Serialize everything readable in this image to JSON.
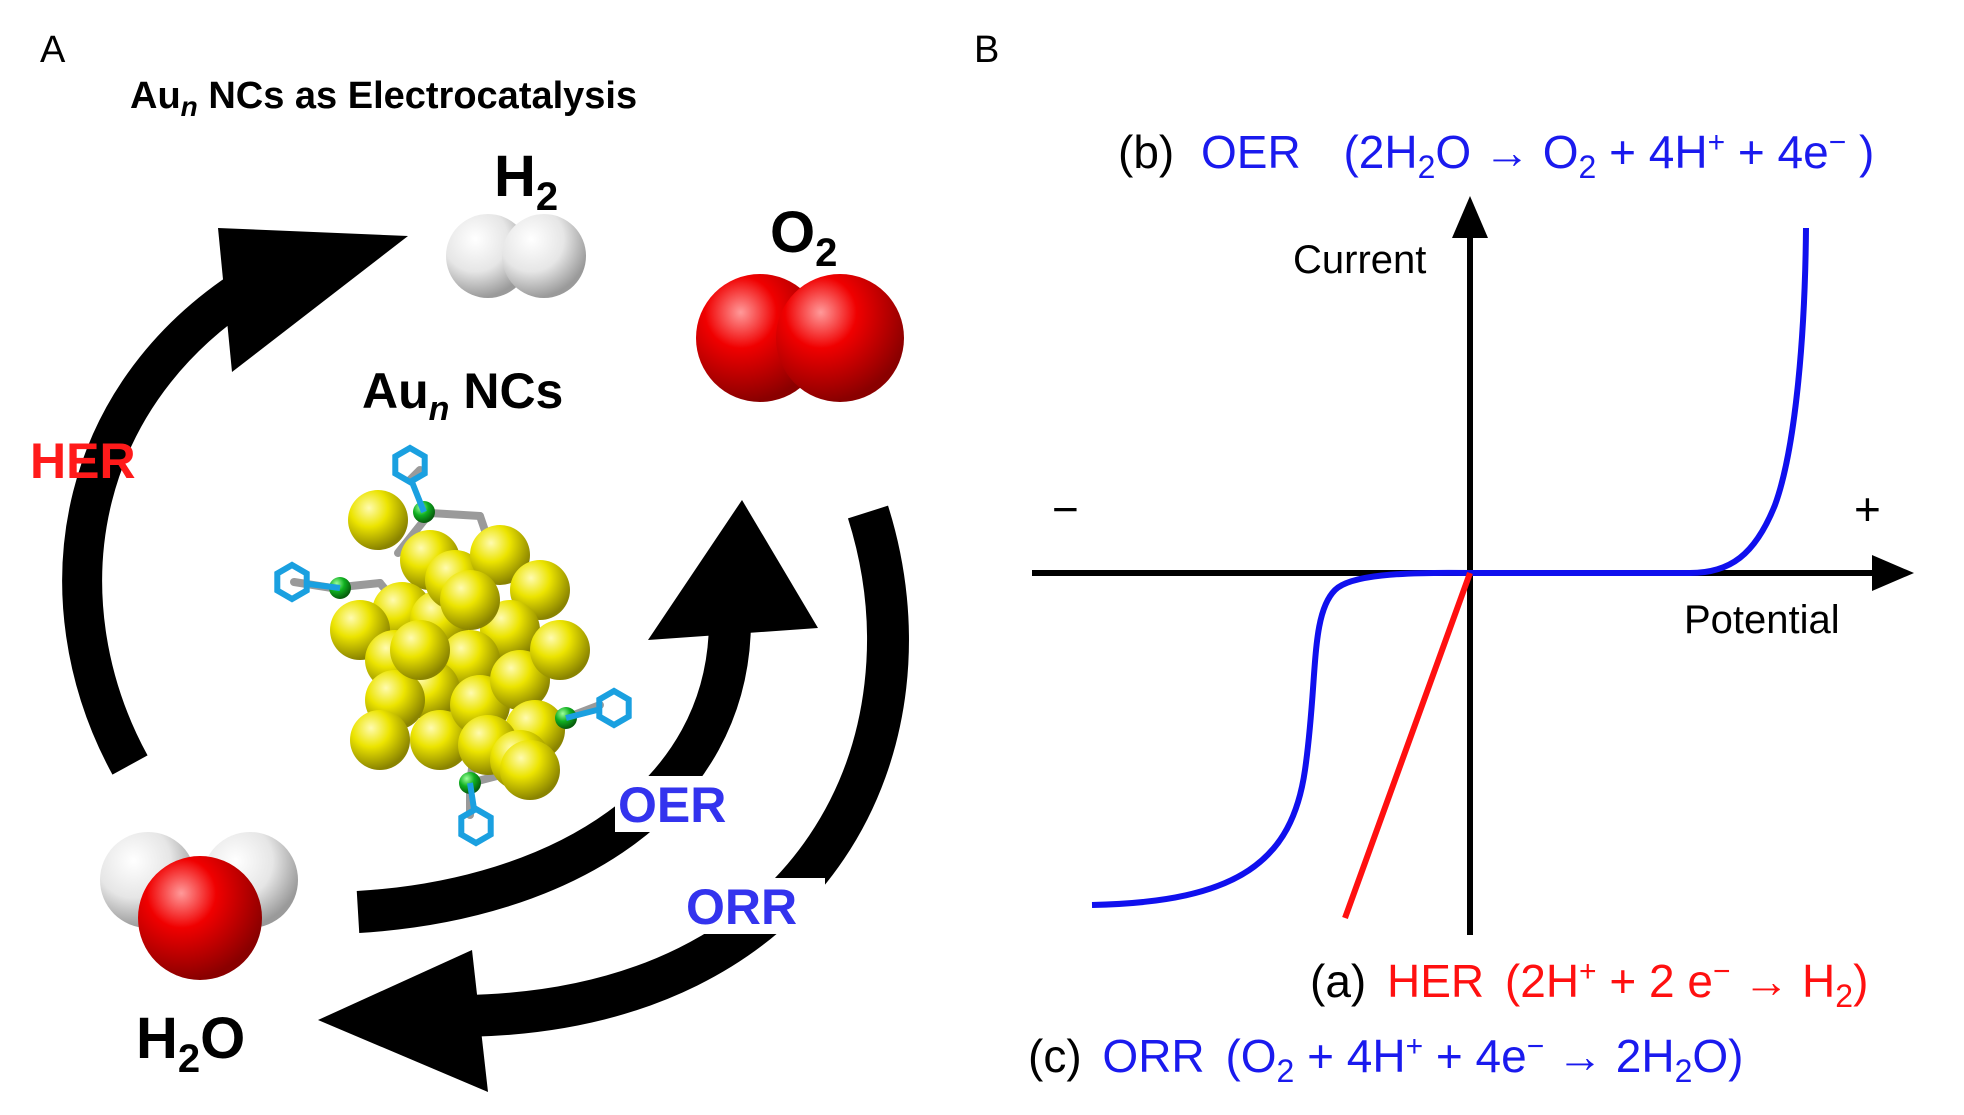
{
  "panel_a": {
    "label": "A",
    "title_prefix": "Au",
    "title_sub": "n",
    "title_suffix": " NCs as Electrocatalysis",
    "h2_main": "H",
    "h2_sub": "2",
    "o2_main": "O",
    "o2_sub": "2",
    "h2o_main": "H",
    "h2o_sub": "2",
    "h2o_end": "O",
    "nc_prefix": "Au",
    "nc_sub": "n",
    "nc_suffix": " NCs",
    "her": "HER",
    "oer": "OER",
    "orr": "ORR"
  },
  "panel_b": {
    "label": "B",
    "current": "Current",
    "potential": "Potential",
    "minus": "−",
    "plus": "+",
    "oer_line": {
      "tag": "(b)",
      "name": "OER",
      "eq1": "(2H",
      "eq1_sub": "2",
      "eq2": "O → O",
      "eq2_sub": "2",
      "eq3": " + 4H",
      "eq3_sup": "+",
      "eq4": " + 4e",
      "eq4_sup": "−",
      "eq5": " )"
    },
    "her_line": {
      "tag": "(a)",
      "name": "HER",
      "eq1": "(2H",
      "eq1_sup": "+",
      "eq2": " + 2 e",
      "eq2_sup": "−",
      "eq3": " → H",
      "eq3_sub": "2",
      "eq4": ")"
    },
    "orr_line": {
      "tag": "(c)",
      "name": "ORR",
      "eq1": "(O",
      "eq1_sub": "2",
      "eq2": " + 4H",
      "eq2_sup": "+",
      "eq3": " + 4e",
      "eq3_sup": "−",
      "eq4": " → 2H",
      "eq4_sub": "2",
      "eq5": "O)"
    }
  },
  "colors": {
    "her": "#ff1a1a",
    "oer": "#3333ee",
    "curve_blue": "#1010ee",
    "curve_red": "#ff1010",
    "gold": "#e8e000",
    "oxygen": "#e00000",
    "hydrogen": "#e8e8e8",
    "ligand": "#1aa0e0",
    "sulfur": "#10b020",
    "arrow": "#000000"
  }
}
